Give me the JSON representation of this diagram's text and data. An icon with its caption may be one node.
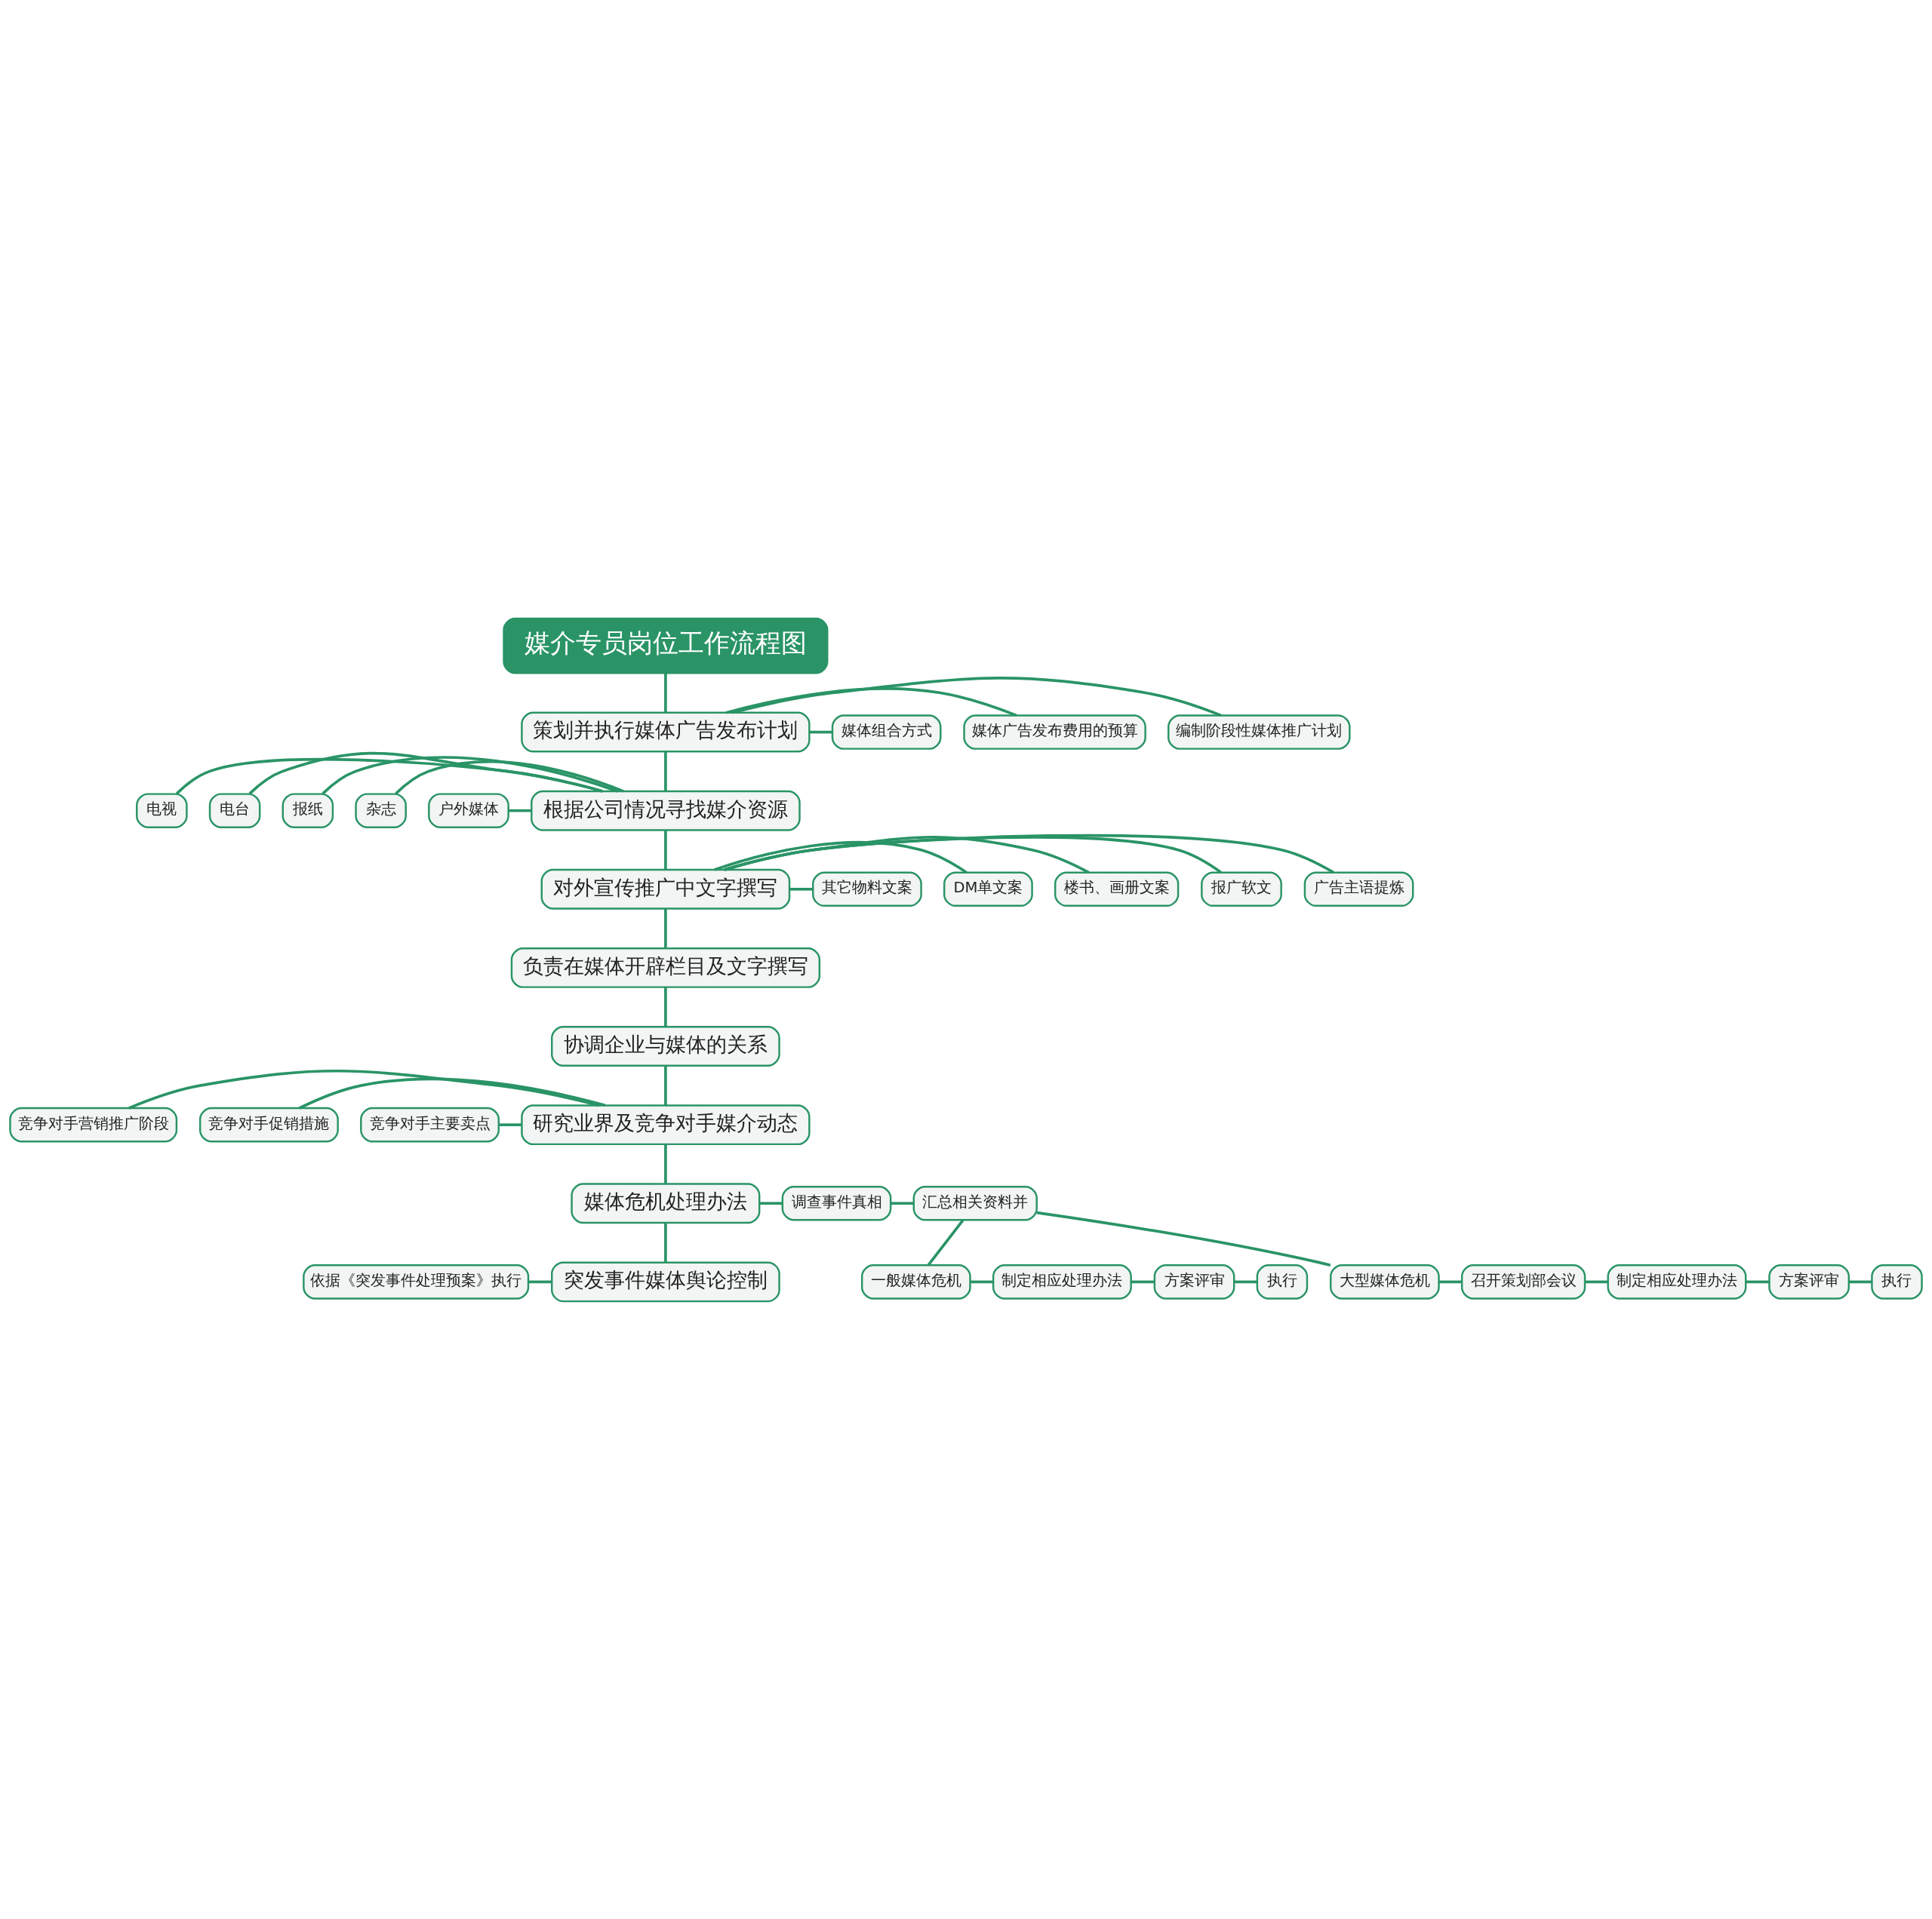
{
  "diagram": {
    "nodes": [
      {
        "text": [
          "媒介专员岗位工作流程图"
        ]
      },
      {
        "text": [
          "策划并执行媒体广告发布计划"
        ]
      },
      {
        "text": [
          "编制阶段性媒体推广计划"
        ]
      },
      {
        "text": [
          "媒体广告发布费用的预算"
        ]
      },
      {
        "text": [
          "媒体组合方式"
        ]
      },
      {
        "text": [
          "根据公司情况寻找媒介资源"
        ]
      },
      {
        "text": [
          "电视"
        ]
      },
      {
        "text": [
          "电台"
        ]
      },
      {
        "text": [
          "报纸"
        ]
      },
      {
        "text": [
          "杂志"
        ]
      },
      {
        "text": [
          "户外媒体"
        ]
      },
      {
        "text": [
          "对外宣传推广中文字撰写"
        ]
      },
      {
        "text": [
          "广告主语提炼"
        ]
      },
      {
        "text": [
          "报广软文"
        ]
      },
      {
        "text": [
          "楼书、画册文案"
        ]
      },
      {
        "text": [
          "DM单文案"
        ]
      },
      {
        "text": [
          "其它物料文案"
        ]
      },
      {
        "text": [
          "负责在媒体开辟栏目及文字撰写"
        ]
      },
      {
        "text": [
          "协调企业与媒体的关系"
        ]
      },
      {
        "text": [
          "研究业界及竞争对手媒介动态"
        ]
      },
      {
        "text": [
          "竞争对手营销推广阶段"
        ]
      },
      {
        "text": [
          "竞争对手促销措施"
        ]
      },
      {
        "text": [
          "竞争对手主要卖点"
        ]
      },
      {
        "text": [
          "媒体危机处理办法"
        ]
      },
      {
        "text": [
          "调查事件真相"
        ]
      },
      {
        "text": [
          "汇总相关资料并"
        ]
      },
      {
        "text": [
          "一般媒体危机"
        ]
      },
      {
        "text": [
          "制定相应处理办法"
        ]
      },
      {
        "text": [
          "方案评审"
        ]
      },
      {
        "text": [
          "执行"
        ]
      },
      {
        "text": [
          "大型媒体危机"
        ]
      },
      {
        "text": [
          "召开策划部会议"
        ]
      },
      {
        "text": [
          "制定相应处理办法"
        ]
      },
      {
        "text": [
          "方案评审"
        ]
      },
      {
        "text": [
          "执行"
        ]
      },
      {
        "text": [
          "突发事件媒体舆论控制"
        ]
      },
      {
        "text": [
          "依据《突发事件处理预案》执行"
        ]
      }
    ],
    "edges": [
      {
        "from": 0,
        "to": 1,
        "arrow": "none"
      },
      {
        "from": 1,
        "to": 2,
        "arrow": "none"
      },
      {
        "from": 1,
        "to": 3,
        "arrow": "none"
      },
      {
        "from": 1,
        "to": 4,
        "arrow": "none"
      },
      {
        "from": 1,
        "to": 5,
        "arrow": "none"
      },
      {
        "from": 6,
        "to": 5,
        "arrow": "none"
      },
      {
        "from": 7,
        "to": 5,
        "arrow": "none"
      },
      {
        "from": 8,
        "to": 5,
        "arrow": "none"
      },
      {
        "from": 9,
        "to": 5,
        "arrow": "none"
      },
      {
        "from": 10,
        "to": 5,
        "arrow": "none"
      },
      {
        "from": 5,
        "to": 11,
        "arrow": "none"
      },
      {
        "from": 11,
        "to": 12,
        "arrow": "none"
      },
      {
        "from": 11,
        "to": 13,
        "arrow": "none"
      },
      {
        "from": 11,
        "to": 14,
        "arrow": "none"
      },
      {
        "from": 11,
        "to": 15,
        "arrow": "none"
      },
      {
        "from": 11,
        "to": 16,
        "arrow": "none"
      },
      {
        "from": 11,
        "to": 17,
        "arrow": "none"
      },
      {
        "from": 17,
        "to": 18,
        "arrow": "none"
      },
      {
        "from": 18,
        "to": 19,
        "arrow": "none"
      },
      {
        "from": 20,
        "to": 19,
        "arrow": "none"
      },
      {
        "from": 21,
        "to": 19,
        "arrow": "none"
      },
      {
        "from": 22,
        "to": 19,
        "arrow": "none"
      },
      {
        "from": 19,
        "to": 23,
        "arrow": "none"
      },
      {
        "from": 23,
        "to": 24,
        "arrow": "none"
      },
      {
        "from": 24,
        "to": 25,
        "arrow": "none"
      },
      {
        "from": 25,
        "to": 26,
        "arrow": "none"
      },
      {
        "from": 26,
        "to": 27,
        "arrow": "none"
      },
      {
        "from": 27,
        "to": 28,
        "arrow": "none"
      },
      {
        "from": 28,
        "to": 29,
        "arrow": "none"
      },
      {
        "from": 25,
        "to": 30,
        "arrow": "none"
      },
      {
        "from": 30,
        "to": 31,
        "arrow": "none"
      },
      {
        "from": 31,
        "to": 32,
        "arrow": "none"
      },
      {
        "from": 32,
        "to": 33,
        "arrow": "none"
      },
      {
        "from": 33,
        "to": 34,
        "arrow": "none"
      },
      {
        "from": 23,
        "to": 35,
        "arrow": "none"
      },
      {
        "from": 36,
        "to": 35,
        "arrow": "none"
      }
    ]
  }
}
